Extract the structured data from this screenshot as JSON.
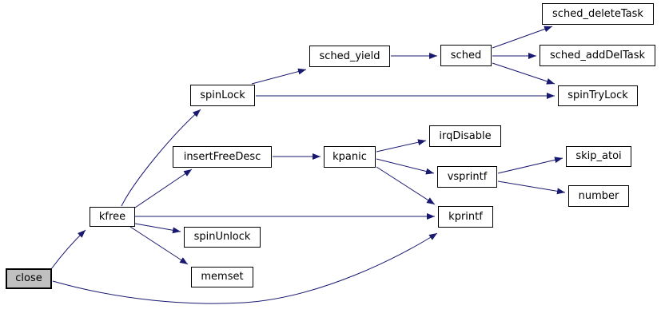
{
  "diagram": {
    "type": "call-graph",
    "root": "close",
    "nodes": [
      {
        "id": "close",
        "label": "close",
        "root": true
      },
      {
        "id": "kfree",
        "label": "kfree",
        "root": false
      },
      {
        "id": "spinLock",
        "label": "spinLock",
        "root": false
      },
      {
        "id": "sched_yield",
        "label": "sched_yield",
        "root": false
      },
      {
        "id": "sched",
        "label": "sched",
        "root": false
      },
      {
        "id": "sched_deleteTask",
        "label": "sched_deleteTask",
        "root": false
      },
      {
        "id": "sched_addDelTask",
        "label": "sched_addDelTask",
        "root": false
      },
      {
        "id": "spinTryLock",
        "label": "spinTryLock",
        "root": false
      },
      {
        "id": "insertFreeDesc",
        "label": "insertFreeDesc",
        "root": false
      },
      {
        "id": "kpanic",
        "label": "kpanic",
        "root": false
      },
      {
        "id": "irqDisable",
        "label": "irqDisable",
        "root": false
      },
      {
        "id": "vsprintf",
        "label": "vsprintf",
        "root": false
      },
      {
        "id": "kprintf",
        "label": "kprintf",
        "root": false
      },
      {
        "id": "spinUnlock",
        "label": "spinUnlock",
        "root": false
      },
      {
        "id": "memset",
        "label": "memset",
        "root": false
      },
      {
        "id": "skip_atoi",
        "label": "skip_atoi",
        "root": false
      },
      {
        "id": "number",
        "label": "number",
        "root": false
      }
    ],
    "edges": [
      {
        "from": "close",
        "to": "kfree"
      },
      {
        "from": "close",
        "to": "kprintf"
      },
      {
        "from": "kfree",
        "to": "spinLock"
      },
      {
        "from": "kfree",
        "to": "insertFreeDesc"
      },
      {
        "from": "kfree",
        "to": "kprintf"
      },
      {
        "from": "kfree",
        "to": "spinUnlock"
      },
      {
        "from": "kfree",
        "to": "memset"
      },
      {
        "from": "spinLock",
        "to": "sched_yield"
      },
      {
        "from": "spinLock",
        "to": "spinTryLock"
      },
      {
        "from": "sched_yield",
        "to": "sched"
      },
      {
        "from": "sched",
        "to": "sched_deleteTask"
      },
      {
        "from": "sched",
        "to": "sched_addDelTask"
      },
      {
        "from": "sched",
        "to": "spinTryLock"
      },
      {
        "from": "insertFreeDesc",
        "to": "kpanic"
      },
      {
        "from": "kpanic",
        "to": "irqDisable"
      },
      {
        "from": "kpanic",
        "to": "vsprintf"
      },
      {
        "from": "kpanic",
        "to": "kprintf"
      },
      {
        "from": "vsprintf",
        "to": "skip_atoi"
      },
      {
        "from": "vsprintf",
        "to": "number"
      }
    ]
  },
  "colors": {
    "edge": "#191970",
    "node_border": "#000000",
    "node_fill": "#ffffff",
    "root_fill": "#c0c0c0",
    "text": "#000000",
    "background": "#ffffff"
  }
}
